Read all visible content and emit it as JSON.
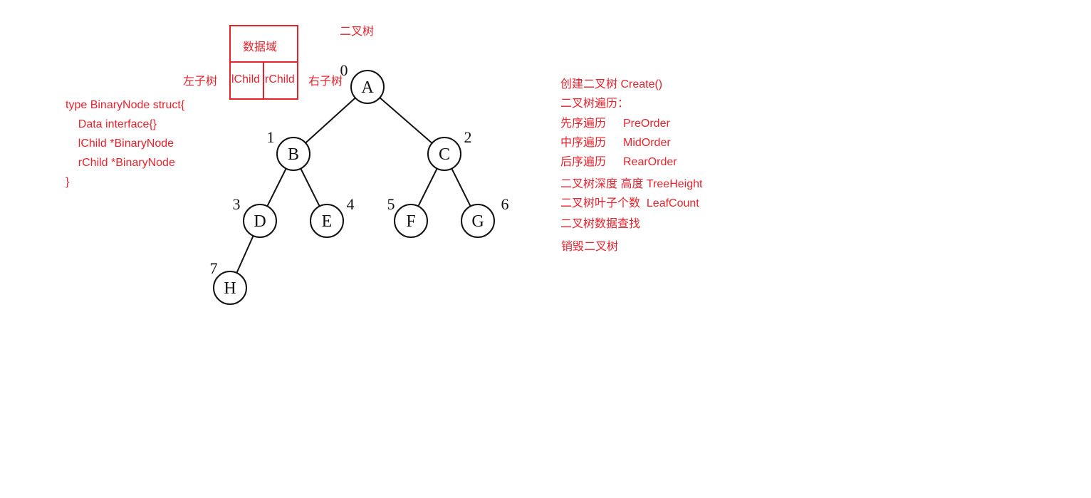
{
  "title": "二叉树",
  "struct_box": {
    "data_label": "数据域",
    "left_label": "lChild",
    "right_label": "rChild"
  },
  "left_subtree_label": "左子树",
  "right_subtree_label": "右子树",
  "code": {
    "lines": [
      "type BinaryNode struct{",
      "    Data interface{}",
      "    lChild *BinaryNode",
      "    rChild *BinaryNode",
      "}"
    ]
  },
  "tree": {
    "nodes": [
      {
        "id": "A",
        "index": "0"
      },
      {
        "id": "B",
        "index": "1"
      },
      {
        "id": "C",
        "index": "2"
      },
      {
        "id": "D",
        "index": "3"
      },
      {
        "id": "E",
        "index": "4"
      },
      {
        "id": "F",
        "index": "5"
      },
      {
        "id": "G",
        "index": "6"
      },
      {
        "id": "H",
        "index": "7"
      }
    ],
    "edges": [
      [
        "A",
        "B"
      ],
      [
        "A",
        "C"
      ],
      [
        "B",
        "D"
      ],
      [
        "B",
        "E"
      ],
      [
        "C",
        "F"
      ],
      [
        "C",
        "G"
      ],
      [
        "D",
        "H"
      ]
    ]
  },
  "operations": {
    "create": "创建二叉树 Create()",
    "traverse": "二叉树遍历：",
    "preorder_cn": "先序遍历",
    "preorder_en": "PreOrder",
    "midorder_cn": "中序遍历",
    "midorder_en": "MidOrder",
    "rearorder_cn": "后序遍历",
    "rearorder_en": "RearOrder",
    "height": "二叉树深度 高度 TreeHeight",
    "leaf": "二叉树叶子个数  LeafCount",
    "search": "二叉树数据查找",
    "destroy": "销毁二叉树"
  },
  "colors": {
    "annotation": "#e8222d",
    "tree": "#111111"
  }
}
